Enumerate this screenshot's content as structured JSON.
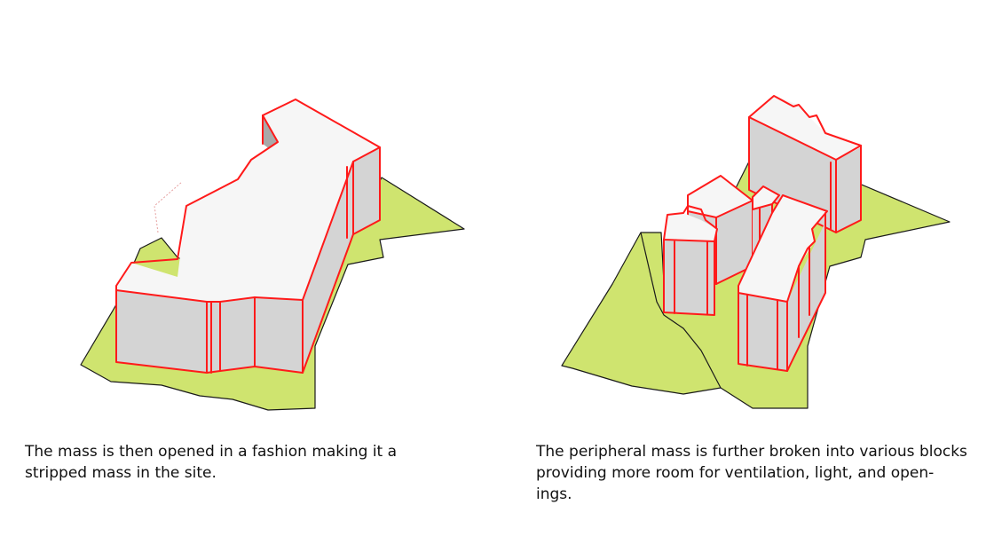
{
  "colors": {
    "site_fill": "#cfe46f",
    "site_stroke": "#1a1a1a",
    "roof_fill": "#f6f6f6",
    "wall_fill": "#d4d4d4",
    "wall_dark_fill": "#a9a9a9",
    "edge_stroke": "#ff1a1a"
  },
  "diagrams": {
    "left": {
      "caption_line1": "The mass is then opened in a fashion making it a",
      "caption_line2": "stripped mass in the site."
    },
    "right": {
      "caption_line1": "The peripheral mass is further broken into various blocks",
      "caption_line2": "providing more room for ventilation, light, and open-",
      "caption_line3": "ings."
    }
  }
}
